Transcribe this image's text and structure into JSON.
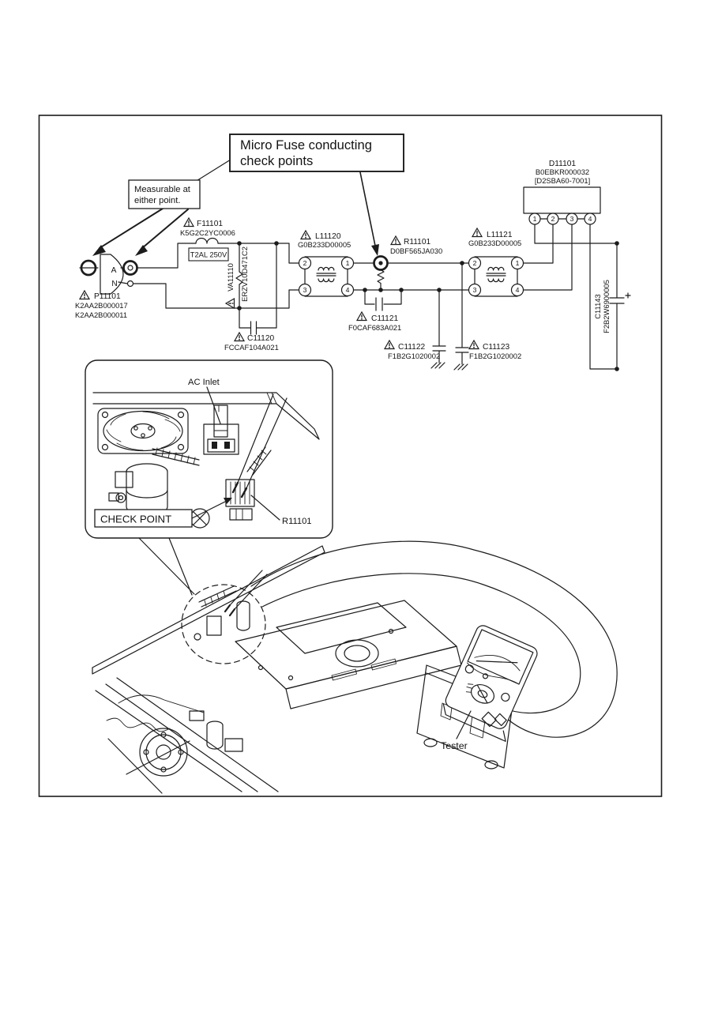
{
  "colors": {
    "ink": "#1c1c1c",
    "paper": "#ffffff"
  },
  "callouts": {
    "micro_fuse": {
      "line1": "Micro Fuse conducting",
      "line2": "check points"
    },
    "measurable": {
      "line1": "Measurable at",
      "line2": "either point."
    }
  },
  "schematic": {
    "p11101": {
      "ref": "P11101",
      "part1": "K2AA2B000017",
      "part2": "K2AA2B000011"
    },
    "connector": {
      "pin_a": "A",
      "pin_n": "N"
    },
    "f11101": {
      "ref": "F11101",
      "part": "K5G2C2YC0006",
      "rating": "T2AL 250V"
    },
    "va11110": {
      "ref": "VA11110",
      "part": "ERZV10D471C2"
    },
    "c11120": {
      "ref": "C11120",
      "part": "FCCAF104A021"
    },
    "l11120": {
      "ref": "L11120",
      "part": "G0B233D00005",
      "pins": [
        "2",
        "1",
        "3",
        "4"
      ]
    },
    "r11101": {
      "ref": "R11101",
      "part": "D0BF565JA030"
    },
    "c11121": {
      "ref": "C11121",
      "part": "F0CAF683A021"
    },
    "c11122": {
      "ref": "C11122",
      "part": "F1B2G1020002"
    },
    "c11123": {
      "ref": "C11123",
      "part": "F1B2G1020002"
    },
    "l11121": {
      "ref": "L11121",
      "part": "G0B233D00005",
      "pins": [
        "2",
        "1",
        "3",
        "4"
      ]
    },
    "d11101": {
      "ref": "D11101",
      "part": "B0EBKR000032",
      "alt": "[D2SBA60-7001]",
      "pins": [
        "1",
        "2",
        "3",
        "4"
      ]
    },
    "c11143": {
      "ref": "C11143",
      "part": "F2B2W6900005"
    }
  },
  "inset": {
    "ac_inlet": "AC Inlet",
    "check_point": "CHECK POINT",
    "r11101": "R11101"
  },
  "tester": {
    "label": "Tester"
  }
}
